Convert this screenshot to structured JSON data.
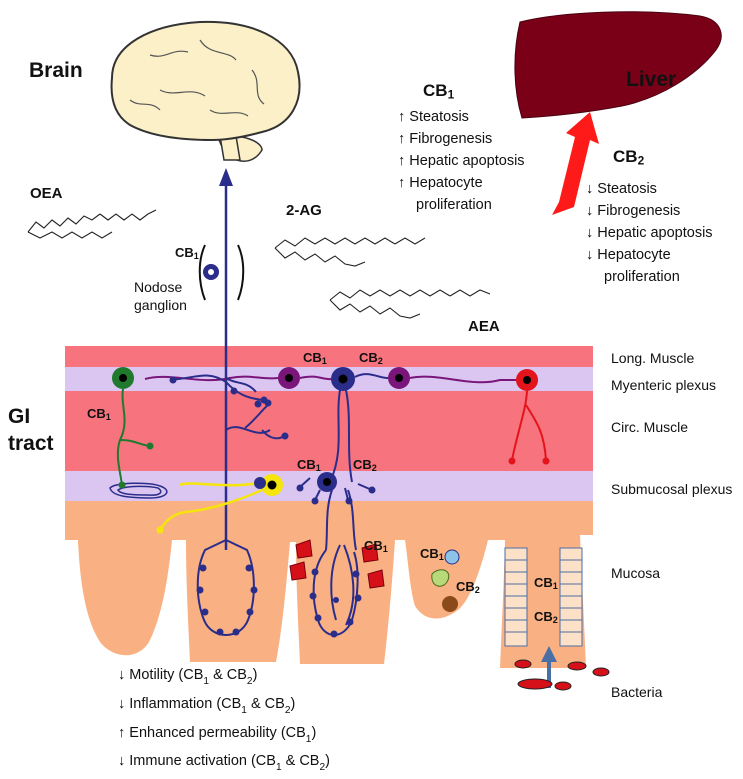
{
  "labels": {
    "brain": "Brain",
    "liver": "Liver",
    "gi_tract_line1": "GI",
    "gi_tract_line2": "tract",
    "nodose_line1": "Nodose",
    "nodose_line2": "ganglion",
    "bacteria": "Bacteria"
  },
  "molecules": {
    "oea": "OEA",
    "two_ag": "2-AG",
    "aea": "AEA"
  },
  "layers": {
    "long_muscle": "Long. Muscle",
    "myenteric": "Myenteric plexus",
    "circ_muscle": "Circ. Muscle",
    "submucosal": "Submucosal plexus",
    "mucosa": "Mucosa"
  },
  "receptor": {
    "cb": "CB",
    "one": "1",
    "two": "2"
  },
  "cb1_liver": {
    "effects": [
      {
        "arrow": "↑",
        "text": "Steatosis"
      },
      {
        "arrow": "↑",
        "text": "Fibrogenesis"
      },
      {
        "arrow": "↑",
        "text": "Hepatic apoptosis"
      },
      {
        "arrow": "↑",
        "text": "Hepatocyte"
      },
      {
        "arrow": "",
        "text": "proliferation"
      }
    ]
  },
  "cb2_liver": {
    "effects": [
      {
        "arrow": "↓",
        "text": "Steatosis"
      },
      {
        "arrow": "↓",
        "text": "Fibrogenesis"
      },
      {
        "arrow": "↓",
        "text": "Hepatic apoptosis"
      },
      {
        "arrow": "↓",
        "text": "Hepatocyte"
      },
      {
        "arrow": "",
        "text": "proliferation"
      }
    ]
  },
  "gut_effects": [
    {
      "arrow": "↓",
      "text": "Motility (CB",
      "s1": "1",
      "mid": " & CB",
      "s2": "2",
      "end": ")"
    },
    {
      "arrow": "↓",
      "text": "Inflammation (CB",
      "s1": "1",
      "mid": " & CB",
      "s2": "2",
      "end": ")"
    },
    {
      "arrow": "↑",
      "text": "Enhanced permeability (CB",
      "s1": "1",
      "mid": "",
      "s2": "",
      "end": ")"
    },
    {
      "arrow": "↓",
      "text": "Immune activation (CB",
      "s1": "1",
      "mid": " & CB",
      "s2": "2",
      "end": ")"
    }
  ],
  "colors": {
    "muscle": "#f7737e",
    "plexus": "#dbc6f2",
    "mucosa": "#f9b183",
    "liver": "#7a0018",
    "brain": "#fbf0c8",
    "vagal_nerve": "#2b2d8a",
    "myenteric_neuron": "#7a157a",
    "neuron_green": "#1f7a2e",
    "neuron_red": "#e3141b",
    "neuron_yellow": "#f5e50a",
    "bacteria": "#d61018",
    "arrow_red": "#ff1a1a",
    "arrow_blue": "#4a6fa5"
  }
}
